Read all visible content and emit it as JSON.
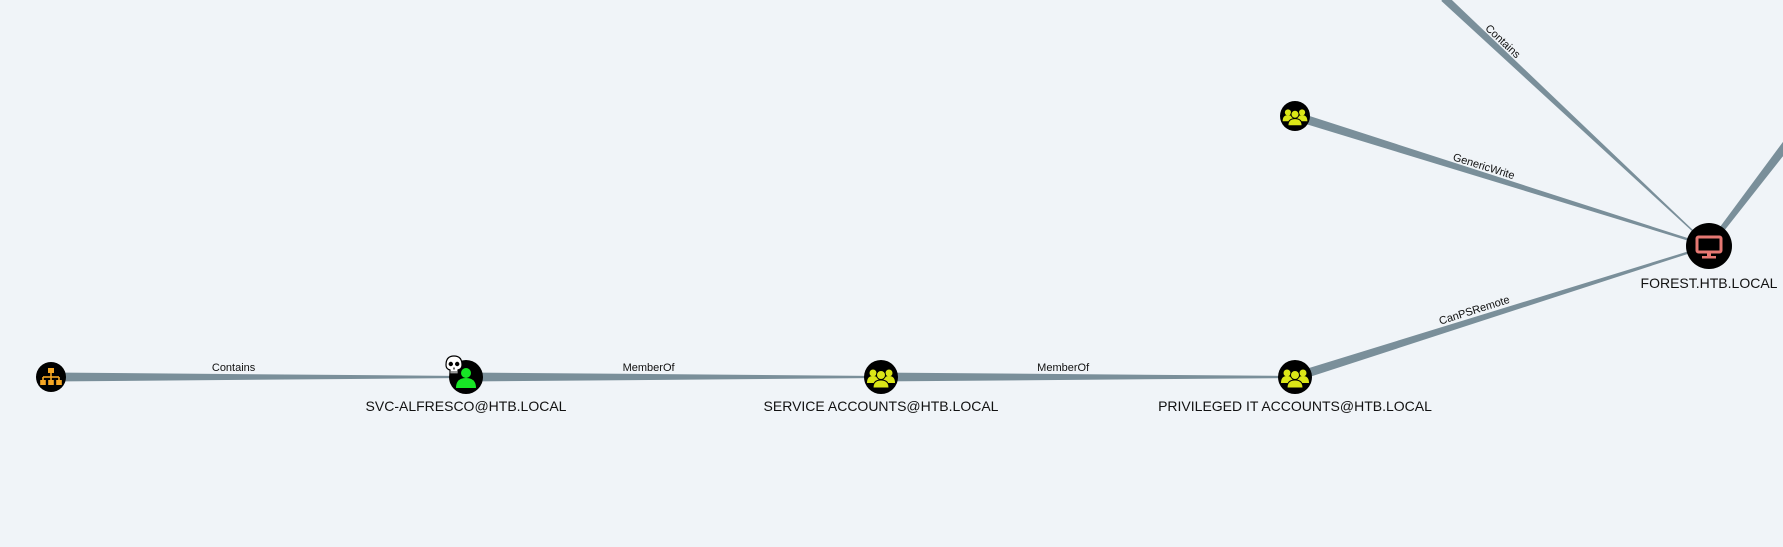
{
  "graph": {
    "nodes": [
      {
        "id": "ou",
        "label": "",
        "type": "ou",
        "icon": "sitemap-icon",
        "icon_color": "#f5a623"
      },
      {
        "id": "svc",
        "label": "SVC-ALFRESCO@HTB.LOCAL",
        "type": "user",
        "icon": "user-icon",
        "icon_color": "#17e625",
        "owned": true,
        "owned_icon": "skull-icon"
      },
      {
        "id": "svcacc",
        "label": "SERVICE ACCOUNTS@HTB.LOCAL",
        "type": "group",
        "icon": "group-icon",
        "icon_color": "#dbe617"
      },
      {
        "id": "privit",
        "label": "PRIVILEGED IT ACCOUNTS@HTB.LOCAL",
        "type": "group",
        "icon": "group-icon",
        "icon_color": "#dbe617"
      },
      {
        "id": "grp2",
        "label": "",
        "type": "group",
        "icon": "group-icon",
        "icon_color": "#dbe617"
      },
      {
        "id": "forest",
        "label": "FOREST.HTB.LOCAL",
        "type": "computer",
        "icon": "monitor-icon",
        "icon_color": "#e67873"
      }
    ],
    "edges": [
      {
        "from": "ou",
        "to": "svc",
        "label": "Contains"
      },
      {
        "from": "svc",
        "to": "svcacc",
        "label": "MemberOf"
      },
      {
        "from": "svcacc",
        "to": "privit",
        "label": "MemberOf"
      },
      {
        "from": "privit",
        "to": "forest",
        "label": "CanPSRemote"
      },
      {
        "from": "grp2",
        "to": "forest",
        "label": "GenericWrite"
      },
      {
        "from": "offscreen_tl",
        "to": "forest",
        "label": "Contains"
      },
      {
        "from": "offscreen_r",
        "to": "forest",
        "label": ""
      }
    ]
  },
  "colors": {
    "background": "#f0f4f8",
    "edge": "#7a8f9a",
    "node_fill": "#000000",
    "label_text": "#111111"
  }
}
